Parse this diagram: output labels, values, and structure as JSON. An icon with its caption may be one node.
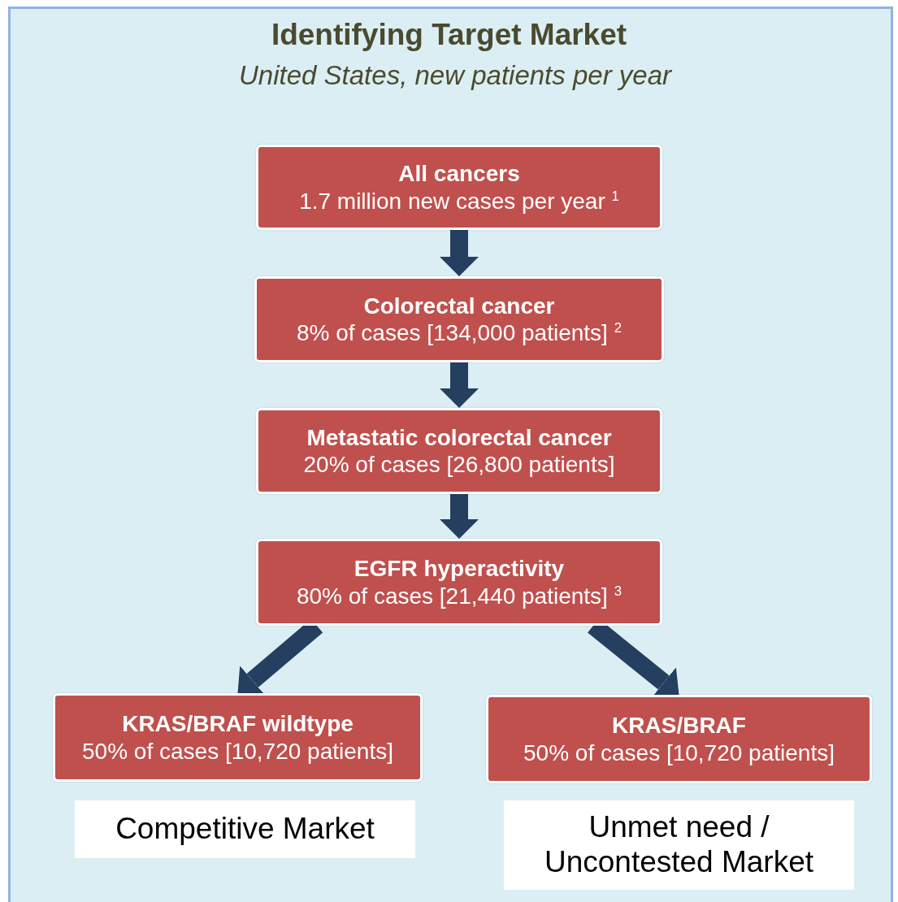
{
  "diagram": {
    "title": "Identifying Target Market",
    "caption": "United States, new patients per year",
    "nodes": [
      {
        "text": [
          "All cancers",
          "1.7 million new cases per year $^{1}$"
        ]
      },
      {
        "text": [
          "Colorectal cancer",
          "8% of cases [134,000 patients] $^{2}$"
        ]
      },
      {
        "text": [
          "Metastatic colorectal cancer",
          "20% of cases [26,800 patients]"
        ]
      },
      {
        "text": [
          "EGFR hyperactivity",
          "80% of cases [21,440 patients] $^{3}$"
        ]
      },
      {
        "text": [
          "KRAS/BRAF wildtype",
          "50% of cases [10,720 patients]"
        ]
      },
      {
        "text": [
          "KRAS/BRAF",
          "50% of cases [10,720 patients]"
        ]
      },
      {
        "text": [
          "Competitive Market"
        ]
      },
      {
        "text": [
          "Unmet need / Uncontested Market"
        ]
      }
    ],
    "edges": [
      {
        "from": 0,
        "to": 1,
        "arrow": "to"
      },
      {
        "from": 1,
        "to": 2,
        "arrow": "to"
      },
      {
        "from": 2,
        "to": 3,
        "arrow": "to"
      },
      {
        "from": 3,
        "to": 4,
        "arrow": "to"
      },
      {
        "from": 3,
        "to": 5,
        "arrow": "to"
      }
    ]
  }
}
